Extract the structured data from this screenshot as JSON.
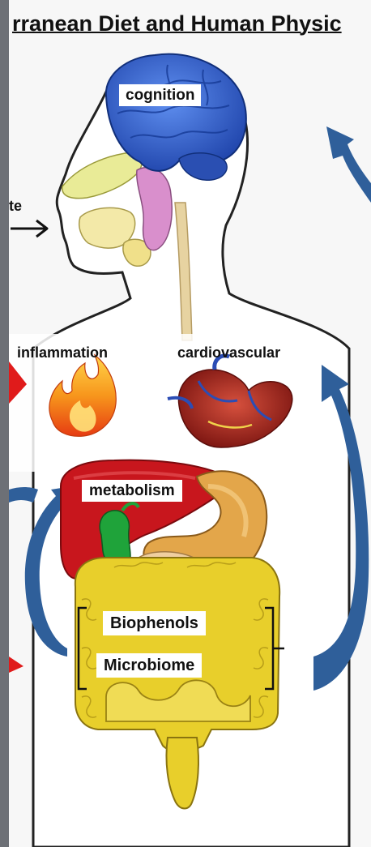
{
  "title": "rranean Diet and Human Physic",
  "input_label": "te",
  "labels": {
    "cognition": "cognition",
    "inflammation": "inflammation",
    "cardiovascular": "cardiovascular",
    "metabolism": "metabolism",
    "biophenols": "Biophenols",
    "microbiome": "Microbiome"
  },
  "colors": {
    "brain": "#2a5fd1",
    "liver": "#c8161d",
    "gut": "#e8cf2b",
    "stomach": "#e3a64a",
    "gallbladder": "#1fa33a",
    "arrow": "#2f5f9a",
    "red_marker": "#e01b1b",
    "nasal": "#e9eb97",
    "pharynx": "#d98fcc",
    "esophagus": "#e7d3a1"
  }
}
